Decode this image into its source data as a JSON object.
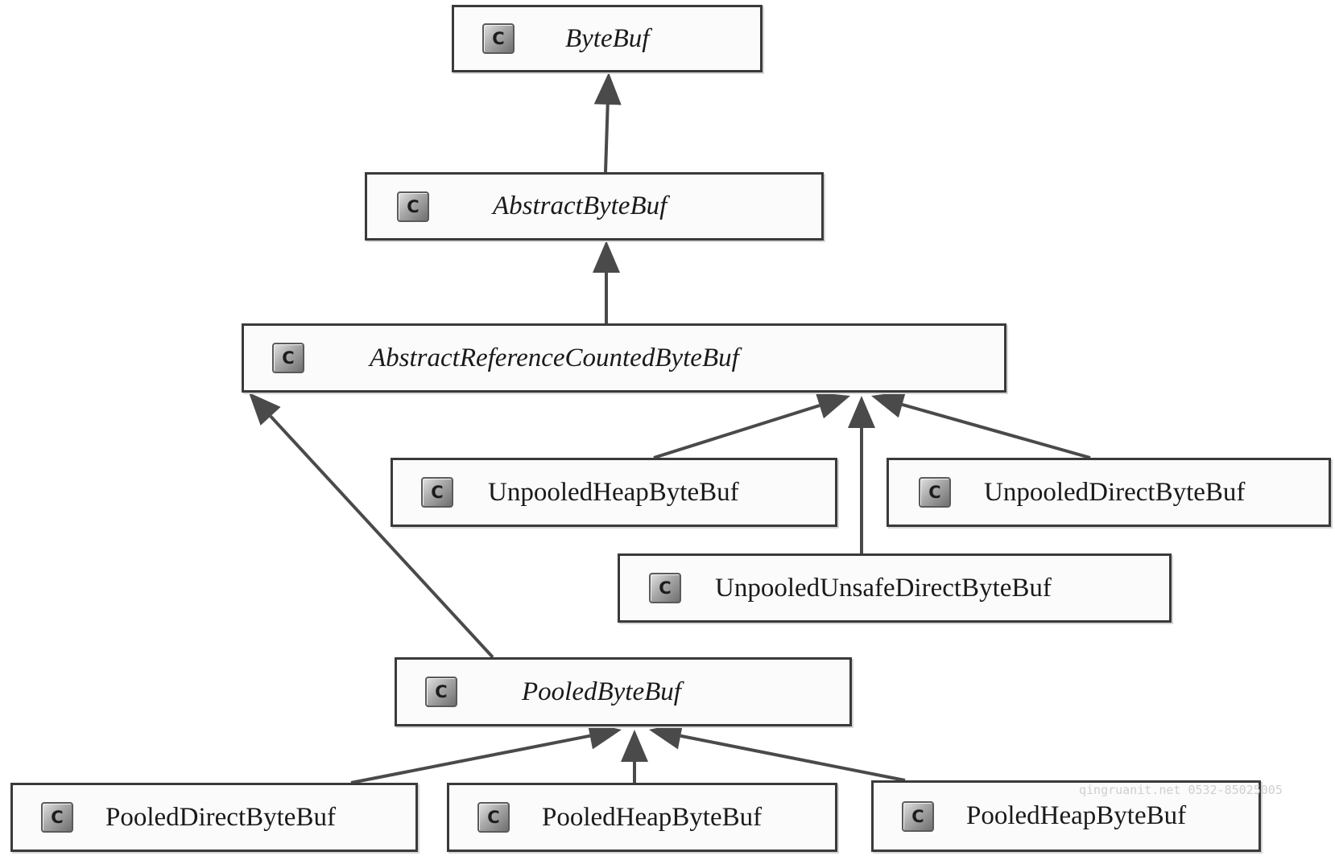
{
  "nodes": [
    {
      "id": "bytebuf",
      "label": "ByteBuf",
      "icon": "class-icon",
      "icon_letter": "C",
      "abstract": true
    },
    {
      "id": "abstract-bytebuf",
      "label": "AbstractByteBuf",
      "icon": "class-icon",
      "icon_letter": "C",
      "abstract": true
    },
    {
      "id": "abstract-reference-counted-bytebuf",
      "label": "AbstractReferenceCountedByteBuf",
      "icon": "class-icon",
      "icon_letter": "C",
      "abstract": true
    },
    {
      "id": "unpooled-heap-bytebuf",
      "label": "UnpooledHeapByteBuf",
      "icon": "class-icon",
      "icon_letter": "C",
      "abstract": false
    },
    {
      "id": "unpooled-direct-bytebuf",
      "label": "UnpooledDirectByteBuf",
      "icon": "class-icon",
      "icon_letter": "C",
      "abstract": false
    },
    {
      "id": "unpooled-unsafe-direct-bytebuf",
      "label": "UnpooledUnsafeDirectByteBuf",
      "icon": "class-icon",
      "icon_letter": "C",
      "abstract": false
    },
    {
      "id": "pooled-bytebuf",
      "label": "PooledByteBuf",
      "icon": "class-icon",
      "icon_letter": "C",
      "abstract": true
    },
    {
      "id": "pooled-direct-bytebuf",
      "label": "PooledDirectByteBuf",
      "icon": "class-icon",
      "icon_letter": "C",
      "abstract": false
    },
    {
      "id": "pooled-heap-bytebuf-1",
      "label": "PooledHeapByteBuf",
      "icon": "class-icon",
      "icon_letter": "C",
      "abstract": false
    },
    {
      "id": "pooled-heap-bytebuf-2",
      "label": "PooledHeapByteBuf",
      "icon": "class-icon",
      "icon_letter": "C",
      "abstract": false
    }
  ],
  "edges": [
    {
      "from": "abstract-bytebuf",
      "to": "bytebuf",
      "type": "inheritance"
    },
    {
      "from": "abstract-reference-counted-bytebuf",
      "to": "abstract-bytebuf",
      "type": "inheritance"
    },
    {
      "from": "unpooled-heap-bytebuf",
      "to": "abstract-reference-counted-bytebuf",
      "type": "inheritance"
    },
    {
      "from": "unpooled-direct-bytebuf",
      "to": "abstract-reference-counted-bytebuf",
      "type": "inheritance"
    },
    {
      "from": "unpooled-unsafe-direct-bytebuf",
      "to": "abstract-reference-counted-bytebuf",
      "type": "inheritance"
    },
    {
      "from": "pooled-bytebuf",
      "to": "abstract-reference-counted-bytebuf",
      "type": "inheritance"
    },
    {
      "from": "pooled-direct-bytebuf",
      "to": "pooled-bytebuf",
      "type": "inheritance"
    },
    {
      "from": "pooled-heap-bytebuf-1",
      "to": "pooled-bytebuf",
      "type": "inheritance"
    },
    {
      "from": "pooled-heap-bytebuf-2",
      "to": "pooled-bytebuf",
      "type": "inheritance"
    }
  ],
  "colors": {
    "box_border": "#3a3a3a",
    "edge": "#4a4a4a",
    "arrowhead": "#4a4a4a"
  },
  "watermark": "qingruanit.net 0532-85025005"
}
